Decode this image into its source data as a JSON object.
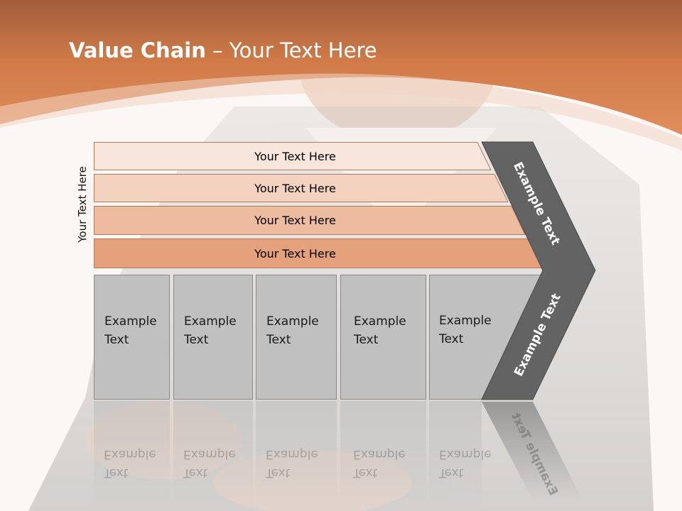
{
  "slide": {
    "title_bold": "Value Chain",
    "title_rest": " – Your Text Here",
    "side_label": "Your Text Here",
    "bands": [
      {
        "label": "Your Text Here",
        "color": "#f8e6dc"
      },
      {
        "label": "Your Text Here",
        "color": "#f4d2c0"
      },
      {
        "label": "Your Text Here",
        "color": "#edbb9f"
      },
      {
        "label": "Your Text Here",
        "color": "#e4a17b"
      }
    ],
    "boxes": [
      {
        "line1": "Example",
        "line2": "Text"
      },
      {
        "line1": "Example",
        "line2": "Text"
      },
      {
        "line1": "Example",
        "line2": "Text"
      },
      {
        "line1": "Example",
        "line2": "Text"
      },
      {
        "line1": "Example",
        "line2": "Text"
      }
    ],
    "chevron": {
      "upper_text": "Example Text",
      "lower_text": "Example Text",
      "color": "#636363"
    },
    "colors": {
      "header_orange": "#d8814f",
      "header_dark": "#9f5c3a",
      "background": "#fbf7f4"
    }
  }
}
